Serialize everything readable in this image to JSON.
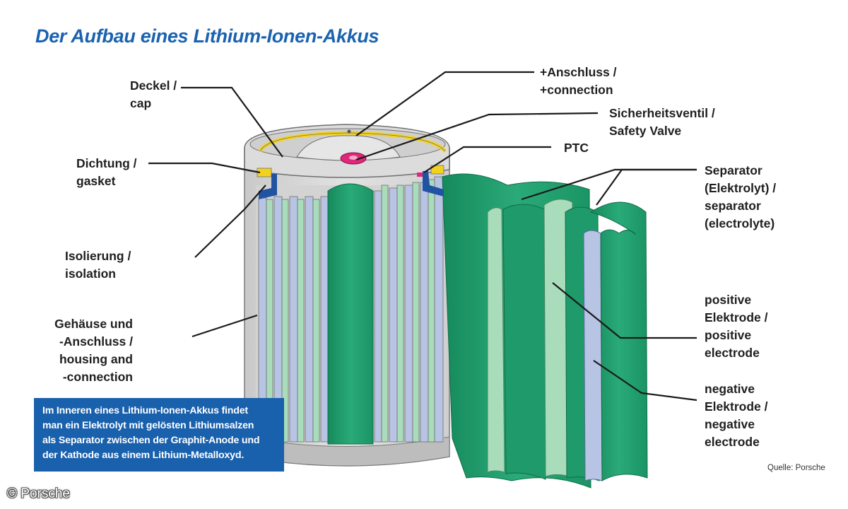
{
  "title": "Der Aufbau eines Lithium-Ionen-Akkus",
  "labels": {
    "deckel": "Deckel /\ncap",
    "dichtung": "Dichtung /\ngasket",
    "isolierung": "Isolierung /\nisolation",
    "gehaeuse": "Gehäuse und\n-Anschluss /\nhousing and\n-connection",
    "anschluss": "+Anschluss /\n+connection",
    "ventil": "Sicherheitsventil /\nSafety Valve",
    "ptc": "PTC",
    "separator": "Separator\n(Elektrolyt) /\nseparator\n(electrolyte)",
    "positive": "positive\nElektrode /\npositive\nelectrode",
    "negative": "negative\nElektrode /\nnegative\nelectrode"
  },
  "info_text": "Im Inneren eines Lithium-Ionen-Akkus findet\nman ein Elektrolyt mit gelösten Lithiumsalzen\nals Separator zwischen der Graphit-Anode und\nder Kathode aus einem Lithium-Metalloxyd.",
  "source": "Quelle: Porsche",
  "copyright": "© Porsche",
  "colors": {
    "title_blue": "#1a62b0",
    "info_box": "#1960ad",
    "housing_grey": "#d9d9d9",
    "green_dark": "#1f9a6a",
    "green_light": "#a9dcbb",
    "electrode_blue": "#b7c4e4",
    "gasket_yellow": "#f2d21f",
    "gasket_blue": "#2153a3",
    "valve_pink": "#e0287a"
  },
  "icons": [
    "battery-cell-cutaway"
  ]
}
